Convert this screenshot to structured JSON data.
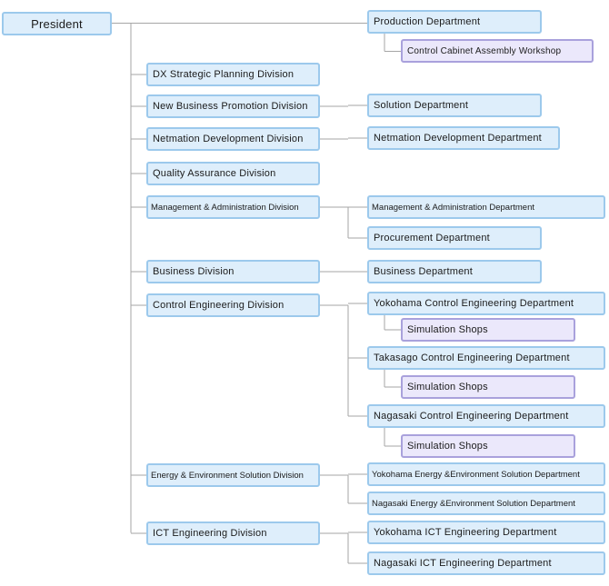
{
  "org_chart": {
    "president": "President",
    "production_department": "Production Department",
    "control_cabinet_workshop": "Control Cabinet Assembly Workshop",
    "divisions": [
      {
        "name": "DX Strategic Planning Division",
        "departments": []
      },
      {
        "name": "New Business Promotion Division",
        "departments": [
          {
            "name": "Solution Department",
            "shops": []
          }
        ]
      },
      {
        "name": "Netmation Development Division",
        "departments": [
          {
            "name": "Netmation Development Department",
            "shops": []
          }
        ]
      },
      {
        "name": "Quality Assurance Division",
        "departments": []
      },
      {
        "name": "Management & Administration Division",
        "departments": [
          {
            "name": "Management & Administration Department",
            "shops": []
          },
          {
            "name": "Procurement Department",
            "shops": []
          }
        ]
      },
      {
        "name": "Business Division",
        "departments": [
          {
            "name": "Business Department",
            "shops": []
          }
        ]
      },
      {
        "name": "Control Engineering Division",
        "departments": [
          {
            "name": "Yokohama Control Engineering Department",
            "shops": [
              "Simulation Shops"
            ]
          },
          {
            "name": "Takasago Control Engineering Department",
            "shops": [
              "Simulation Shops"
            ]
          },
          {
            "name": "Nagasaki Control Engineering Department",
            "shops": [
              "Simulation Shops"
            ]
          }
        ]
      },
      {
        "name": "Energy & Environment Solution Division",
        "departments": [
          {
            "name": "Yokohama Energy &Environment Solution Department",
            "shops": []
          },
          {
            "name": "Nagasaki Energy &Environment Solution Department",
            "shops": []
          }
        ]
      },
      {
        "name": "ICT Engineering Division",
        "departments": [
          {
            "name": "Yokohama ICT Engineering Department",
            "shops": []
          },
          {
            "name": "Nagasaki ICT Engineering Department",
            "shops": []
          }
        ]
      }
    ]
  }
}
